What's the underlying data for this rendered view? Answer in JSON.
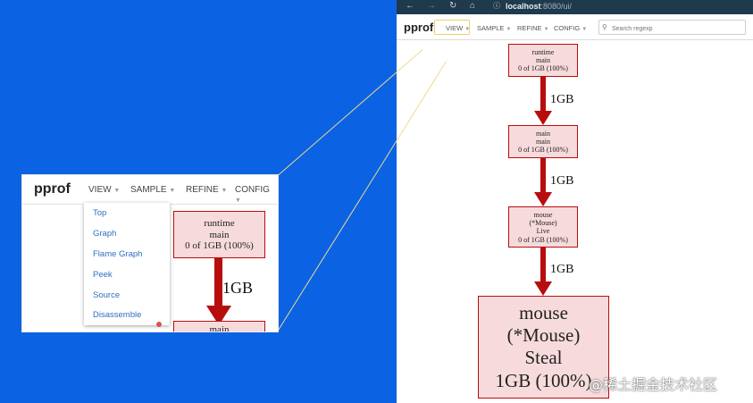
{
  "colors": {
    "background_blue": "#0b63e3",
    "node_fill": "#f7dbdc",
    "edge_red": "#b80d0d",
    "highlight_yellow": "#f1cf63",
    "menu_link_blue": "#2f6fc0"
  },
  "browser": {
    "url_host": "localhost",
    "url_path": ":8080/ui/",
    "icons": [
      "back-arrow-icon",
      "forward-arrow-icon",
      "reload-icon",
      "home-icon",
      "info-icon"
    ]
  },
  "right_panel": {
    "logo": "pprof",
    "menus": [
      "VIEW",
      "SAMPLE",
      "REFINE",
      "CONFIG"
    ],
    "search_placeholder": "Search regexp",
    "nodes": [
      {
        "lines": [
          "runtime",
          "main",
          "0 of 1GB (100%)"
        ]
      },
      {
        "lines": [
          "main",
          "main",
          "0 of 1GB (100%)"
        ]
      },
      {
        "lines": [
          "mouse",
          "(*Mouse)",
          "Live",
          "0 of 1GB (100%)"
        ]
      },
      {
        "lines": [
          "mouse",
          "(*Mouse)",
          "Steal",
          "1GB (100%)"
        ]
      }
    ],
    "edges": [
      "1GB",
      "1GB",
      "1GB"
    ]
  },
  "zoom_box": {
    "logo": "pprof",
    "menus": [
      "VIEW",
      "SAMPLE",
      "REFINE",
      "CONFIG"
    ],
    "view_menu_items": [
      "Top",
      "Graph",
      "Flame Graph",
      "Peek",
      "Source",
      "Disassemble"
    ],
    "node_lines": [
      "runtime",
      "main",
      "0 of 1GB (100%)"
    ],
    "edge_label": "1GB",
    "partial_node_text": "main"
  },
  "watermark": "@稀土掘金技术社区"
}
